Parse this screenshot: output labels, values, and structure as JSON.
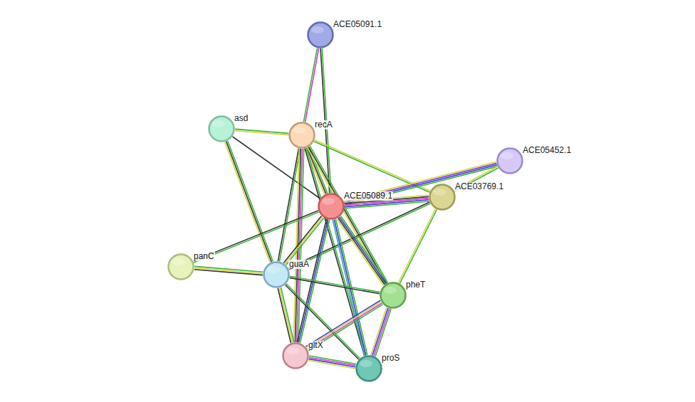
{
  "diagram": {
    "nodes": [
      {
        "text": [
          "ACE05091.1"
        ]
      },
      {
        "text": [
          "asd"
        ]
      },
      {
        "text": [
          "recA"
        ]
      },
      {
        "text": [
          "ACE05452.1"
        ]
      },
      {
        "text": [
          "ACE03769.1"
        ]
      },
      {
        "text": [
          "ACE05089.1"
        ]
      },
      {
        "text": [
          "panC"
        ]
      },
      {
        "text": [
          "guaA"
        ]
      },
      {
        "text": [
          "pheT"
        ]
      },
      {
        "text": [
          "gltX"
        ]
      },
      {
        "text": [
          "proS"
        ]
      }
    ],
    "edges": [
      {
        "from": 0,
        "to": 2,
        "arrow": "none"
      },
      {
        "from": 0,
        "to": 5,
        "arrow": "none"
      },
      {
        "from": 1,
        "to": 2,
        "arrow": "none"
      },
      {
        "from": 1,
        "to": 5,
        "arrow": "none"
      },
      {
        "from": 1,
        "to": 7,
        "arrow": "none"
      },
      {
        "from": 2,
        "to": 5,
        "arrow": "none"
      },
      {
        "from": 2,
        "to": 4,
        "arrow": "none"
      },
      {
        "from": 2,
        "to": 7,
        "arrow": "none"
      },
      {
        "from": 2,
        "to": 9,
        "arrow": "none"
      },
      {
        "from": 2,
        "to": 8,
        "arrow": "none"
      },
      {
        "from": 2,
        "to": 10,
        "arrow": "none"
      },
      {
        "from": 3,
        "to": 5,
        "arrow": "none"
      },
      {
        "from": 3,
        "to": 4,
        "arrow": "none"
      },
      {
        "from": 4,
        "to": 5,
        "arrow": "none"
      },
      {
        "from": 4,
        "to": 7,
        "arrow": "none"
      },
      {
        "from": 4,
        "to": 8,
        "arrow": "none"
      },
      {
        "from": 5,
        "to": 6,
        "arrow": "none"
      },
      {
        "from": 5,
        "to": 7,
        "arrow": "none"
      },
      {
        "from": 5,
        "to": 8,
        "arrow": "none"
      },
      {
        "from": 5,
        "to": 9,
        "arrow": "none"
      },
      {
        "from": 5,
        "to": 10,
        "arrow": "none"
      },
      {
        "from": 6,
        "to": 7,
        "arrow": "none"
      },
      {
        "from": 7,
        "to": 8,
        "arrow": "none"
      },
      {
        "from": 7,
        "to": 9,
        "arrow": "none"
      },
      {
        "from": 7,
        "to": 10,
        "arrow": "none"
      },
      {
        "from": 8,
        "to": 9,
        "arrow": "none"
      },
      {
        "from": 8,
        "to": 10,
        "arrow": "none"
      },
      {
        "from": 9,
        "to": 10,
        "arrow": "none"
      }
    ]
  }
}
